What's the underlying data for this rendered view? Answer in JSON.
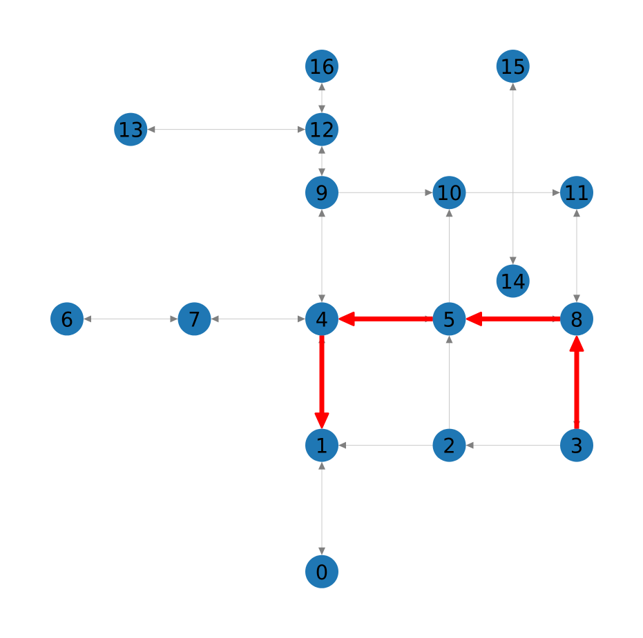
{
  "graph": {
    "node_color": "#1f77b4",
    "edge_color": "#808080",
    "highlight_color": "#ff0000",
    "nodes": [
      {
        "id": "0",
        "col": 2,
        "row": 8
      },
      {
        "id": "1",
        "col": 2,
        "row": 6
      },
      {
        "id": "2",
        "col": 3,
        "row": 6
      },
      {
        "id": "3",
        "col": 4,
        "row": 6
      },
      {
        "id": "4",
        "col": 2,
        "row": 4
      },
      {
        "id": "5",
        "col": 3,
        "row": 4
      },
      {
        "id": "6",
        "col": 0,
        "row": 4
      },
      {
        "id": "7",
        "col": 1,
        "row": 4
      },
      {
        "id": "8",
        "col": 4,
        "row": 4
      },
      {
        "id": "9",
        "col": 2,
        "row": 2
      },
      {
        "id": "10",
        "col": 3,
        "row": 2
      },
      {
        "id": "11",
        "col": 4,
        "row": 2
      },
      {
        "id": "12",
        "col": 2,
        "row": 1
      },
      {
        "id": "13",
        "col": 0.5,
        "row": 1
      },
      {
        "id": "14",
        "col": 3.5,
        "row": 3.4
      },
      {
        "id": "15",
        "col": 3.5,
        "row": 0
      },
      {
        "id": "16",
        "col": 2,
        "row": 0
      }
    ],
    "edges": [
      {
        "source": "0",
        "target": "1",
        "bidirectional": true
      },
      {
        "source": "2",
        "target": "1",
        "bidirectional": false
      },
      {
        "source": "3",
        "target": "2",
        "bidirectional": false
      },
      {
        "source": "2",
        "target": "5",
        "bidirectional": false
      },
      {
        "source": "5",
        "target": "10",
        "bidirectional": false
      },
      {
        "source": "9",
        "target": "10",
        "bidirectional": false
      },
      {
        "source": "10",
        "target": "11",
        "bidirectional": false
      },
      {
        "source": "11",
        "target": "8",
        "bidirectional": true
      },
      {
        "source": "15",
        "target": "14",
        "bidirectional": true
      },
      {
        "source": "16",
        "target": "12",
        "bidirectional": true
      },
      {
        "source": "13",
        "target": "12",
        "bidirectional": true
      },
      {
        "source": "12",
        "target": "9",
        "bidirectional": true
      },
      {
        "source": "9",
        "target": "4",
        "bidirectional": true
      },
      {
        "source": "7",
        "target": "4",
        "bidirectional": true
      },
      {
        "source": "6",
        "target": "7",
        "bidirectional": true
      },
      {
        "source": "4",
        "target": "5",
        "bidirectional": true
      },
      {
        "source": "5",
        "target": "8",
        "bidirectional": true
      },
      {
        "source": "3",
        "target": "8",
        "bidirectional": true
      },
      {
        "source": "4",
        "target": "1",
        "bidirectional": true
      }
    ],
    "highlighted_path": [
      {
        "source": "3",
        "target": "8"
      },
      {
        "source": "8",
        "target": "5"
      },
      {
        "source": "5",
        "target": "4"
      },
      {
        "source": "4",
        "target": "1"
      }
    ]
  }
}
